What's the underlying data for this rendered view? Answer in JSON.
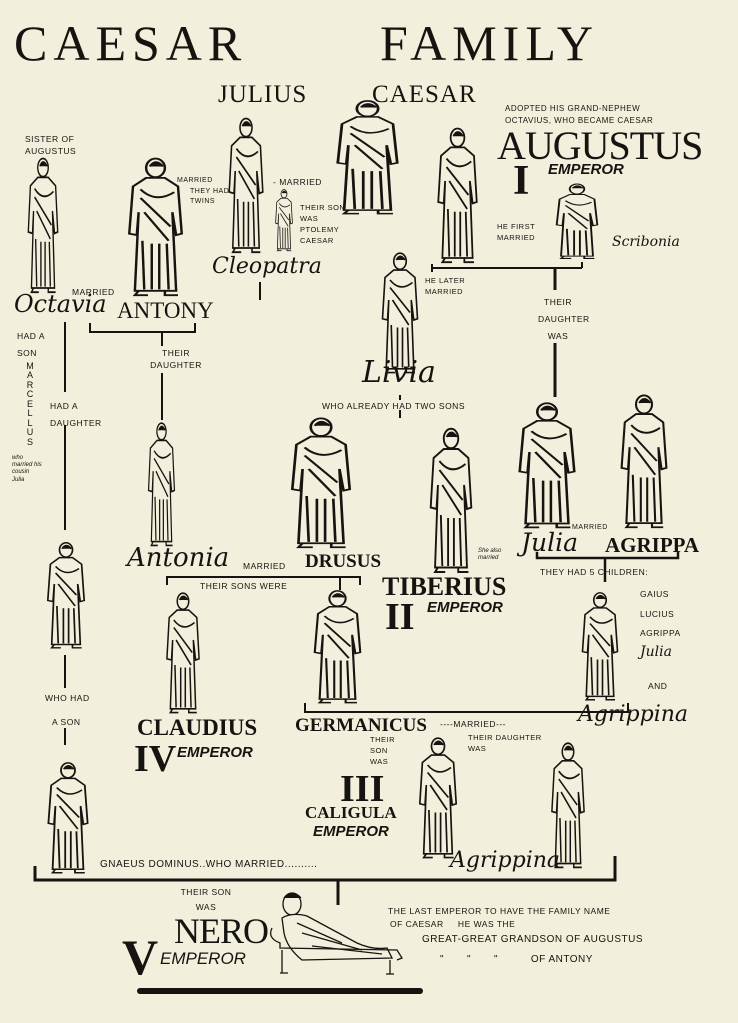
{
  "title": {
    "word1": "CAESAR",
    "word2": "FAMILY"
  },
  "julius": {
    "first": "JULIUS",
    "last": "CAESAR"
  },
  "octavia": {
    "note": "SISTER OF AUGUSTUS",
    "name": "Octavia",
    "had_son": "HAD A SON",
    "son_name": "MARCELLUS",
    "son_note": "who married his cousin Julia",
    "had_daughter": "HAD A DAUGHTER",
    "daughter_had_son_1": "WHO HAD",
    "daughter_had_son_2": "A SON"
  },
  "antony": {
    "married_octavia": "MARRIED",
    "name": "ANTONY",
    "married_cleo": "MARRIED",
    "twins": "THEY HAD TWINS",
    "their_daughter": "THEIR DAUGHTER"
  },
  "cleopatra": {
    "name": "Cleopatra",
    "married": "- MARRIED",
    "son_note": "THEIR SON WAS PTOLEMY CAESAR"
  },
  "augustus": {
    "note": "ADOPTED HIS GRAND-NEPHEW OCTAVIUS, WHO BECAME CAESAR",
    "name": "AUGUSTUS",
    "numeral": "I",
    "emperor": "EMPEROR",
    "first_married": "HE FIRST MARRIED",
    "later_married": "HE LATER MARRIED",
    "their_daughter_was": "THEIR DAUGHTER WAS"
  },
  "scribonia": {
    "name": "Scribonia"
  },
  "livia": {
    "name": "Livia",
    "note": "WHO ALREADY HAD TWO SONS"
  },
  "julia": {
    "name": "Julia",
    "married": "MARRIED",
    "also_married": "She also married",
    "children_label": "THEY HAD 5 CHILDREN:",
    "children": [
      "GAIUS",
      "LUCIUS",
      "AGRIPPA",
      "Julia",
      "AND"
    ]
  },
  "agrippa": {
    "name": "AGRIPPA"
  },
  "antonia": {
    "name": "Antonia",
    "married": "MARRIED",
    "sons_were": "THEIR SONS WERE"
  },
  "drusus": {
    "name": "DRUSUS"
  },
  "tiberius": {
    "name": "TIBERIUS",
    "numeral": "II",
    "emperor": "EMPEROR"
  },
  "claudius": {
    "name": "CLAUDIUS",
    "numeral": "IV",
    "emperor": "EMPEROR"
  },
  "germanicus": {
    "name": "GERMANICUS",
    "married": "----MARRIED---",
    "their_son_was": "THEIR SON WAS",
    "their_daughter_was": "THEIR DAUGHTER WAS"
  },
  "agrippina_elder": {
    "name": "Agrippina"
  },
  "caligula": {
    "numeral": "III",
    "name": "CALIGULA",
    "emperor": "EMPEROR"
  },
  "gnaeus": {
    "line": "GNAEUS DOMINUS..WHO MARRIED..........",
    "agrippina": "Agrippina"
  },
  "nero": {
    "their_son_was": "THEIR SON WAS",
    "name": "NERO",
    "numeral": "V",
    "emperor": "EMPEROR",
    "note_1": "THE LAST EMPEROR TO HAVE THE FAMILY NAME",
    "note_2": "OF CAESAR     HE WAS THE",
    "note_3": "GREAT-GREAT GRANDSON OF AUGUSTUS",
    "note_4": "\"       \"       \"          OF ANTONY"
  }
}
